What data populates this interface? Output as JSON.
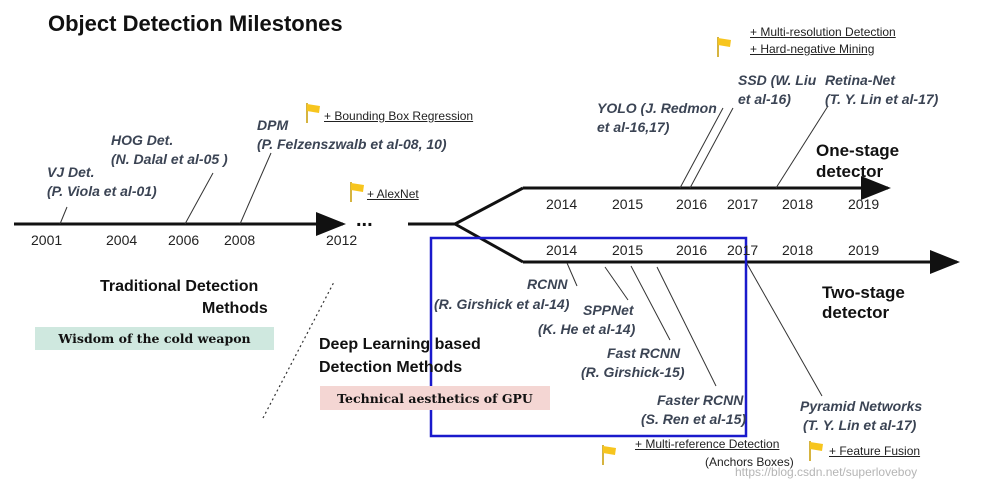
{
  "title": "Object Detection Milestones",
  "timeline_years": [
    "2001",
    "2004",
    "2006",
    "2008",
    "2012"
  ],
  "ellipsis": "...",
  "one_stage_years": [
    "2014",
    "2015",
    "2016",
    "2017",
    "2018",
    "2019"
  ],
  "two_stage_years": [
    "2014",
    "2015",
    "2016",
    "2017",
    "2018",
    "2019"
  ],
  "traditional": {
    "vj": {
      "name": "VJ Det.",
      "ref": "(P. Viola et al-01)"
    },
    "hog": {
      "name": "HOG Det.",
      "ref": "(N. Dalal et al-05 )"
    },
    "dpm": {
      "name": "DPM",
      "ref": "(P. Felzenszwalb et al-08, 10)"
    },
    "dpm_note": "+ Bounding Box Regression",
    "alexnet_note": "+ AlexNet"
  },
  "one_stage": {
    "label_line1": "One-stage",
    "label_line2": "detector",
    "yolo": {
      "name": "YOLO (J. Redmon",
      "ref": "et al-16,17)"
    },
    "ssd": {
      "name": "SSD (W. Liu",
      "ref": "et al-16)"
    },
    "retina": {
      "name": "Retina-Net",
      "ref": "(T. Y. Lin et al-17)"
    },
    "note1": "+ Multi-resolution Detection",
    "note2": "+ Hard-negative Mining"
  },
  "two_stage": {
    "label_line1": "Two-stage",
    "label_line2": "detector",
    "rcnn": {
      "name": "RCNN",
      "ref": "(R. Girshick et al-14)"
    },
    "sppnet": {
      "name": "SPPNet",
      "ref": "(K. He et al-14)"
    },
    "fast": {
      "name": "Fast RCNN",
      "ref": "(R. Girshick-15)"
    },
    "faster": {
      "name": "Faster RCNN",
      "ref": "(S. Ren et al-15)"
    },
    "fpn": {
      "name": "Pyramid Networks",
      "ref": "(T. Y. Lin et al-17)"
    },
    "note_multiref": "+ Multi-reference Detection",
    "note_anchors": "(Anchors Boxes)",
    "note_fusion": "+ Feature Fusion"
  },
  "traditional_heading_line1": "Traditional Detection",
  "traditional_heading_line2": "Methods",
  "traditional_badge": "Wisdom of the cold weapon",
  "deep_heading_line1": "Deep Learning based",
  "deep_heading_line2": "Detection Methods",
  "deep_badge": "Technical aesthetics of GPU",
  "watermark": "https://blog.csdn.net/superloveboy",
  "colors": {
    "highlight_box": "#1a1acc",
    "flag": "#f7c51e",
    "line": "#111111"
  }
}
